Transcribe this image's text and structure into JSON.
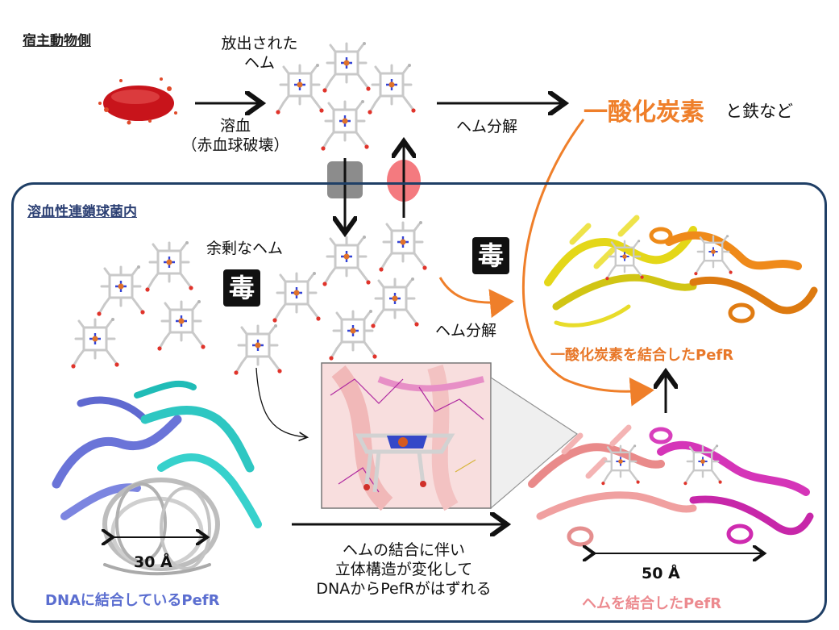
{
  "labels": {
    "host": "宿主動物側",
    "released_heme_1": "放出された",
    "released_heme_2": "ヘム",
    "hemolysis_1": "溶血",
    "hemolysis_2": "（赤血球破壊）",
    "heme_degradation_top": "ヘム分解",
    "co_big": "一酸化炭素",
    "co_small": "と鉄など",
    "bacteria": "溶血性連鎖球菌内",
    "excess_heme": "余剰なヘム",
    "toxic": "毒",
    "heme_degradation_mid": "ヘム分解",
    "pefr_co": "一酸化炭素を結合したPefR",
    "dna_pefr": "DNAに結合しているPefR",
    "heme_pefr": "ヘムを結合したPefR",
    "dist_30": "30 Å",
    "dist_50": "50 Å",
    "change_1": "ヘムの結合に伴い",
    "change_2": "立体構造が変化して",
    "change_3": "DNAからPefRがはずれる"
  },
  "colors": {
    "orange": "#ef7f2a",
    "navy": "#1f3f66",
    "gray_transporter": "#8c8c8c",
    "pink_transporter": "#f47a7f"
  }
}
